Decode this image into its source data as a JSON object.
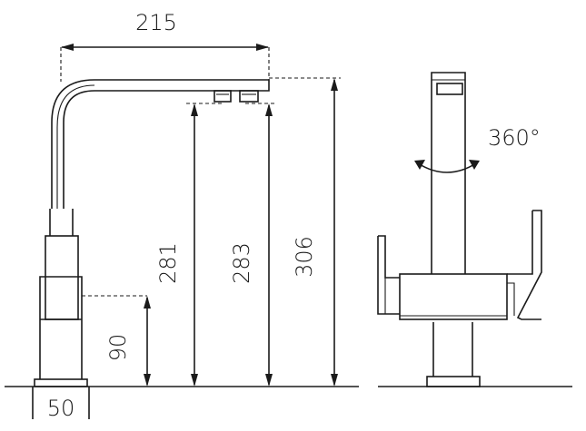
{
  "dimensions": {
    "spout_reach": "215",
    "height_outlet_1": "281",
    "height_outlet_2": "283",
    "overall_height": "306",
    "handle_height": "90",
    "base_width": "50",
    "rotation": "360°"
  }
}
